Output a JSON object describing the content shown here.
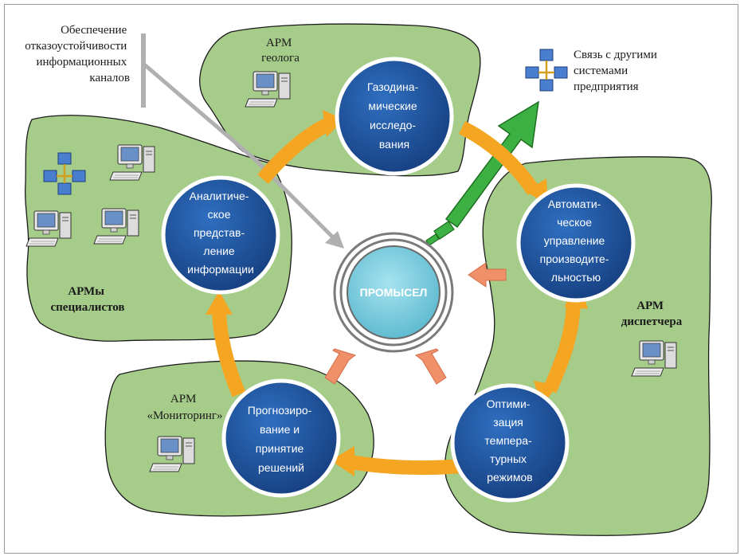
{
  "center": {
    "label": "ПРОМЫСЕЛ"
  },
  "nodes": {
    "gas": {
      "lines": [
        "Газодина-",
        "мические",
        "исследо-",
        "вания"
      ]
    },
    "auto": {
      "lines": [
        "Автомати-",
        "ческое",
        "управление",
        "производите-",
        "льностью"
      ]
    },
    "opt": {
      "lines": [
        "Оптими-",
        "зация",
        "темпера-",
        "турных",
        "режимов"
      ]
    },
    "prog": {
      "lines": [
        "Прогнозиро-",
        "вание и",
        "принятие",
        "решений"
      ]
    },
    "anal": {
      "lines": [
        "Аналитиче-",
        "ское",
        "представ-",
        "ление",
        "информации"
      ]
    }
  },
  "labels": {
    "geolog": [
      "АРМ",
      "геолога"
    ],
    "specialists": [
      "АРМы",
      "специалистов"
    ],
    "dispatcher": [
      "АРМ",
      "диспетчера"
    ],
    "monitoring": [
      "АРМ",
      "«Мониторинг»"
    ],
    "reliability": [
      "Обеспечение",
      "отказоустойчивости",
      "информационных",
      "каналов"
    ],
    "enterprise": [
      "Связь с другими",
      "системами",
      "предприятия"
    ]
  },
  "colors": {
    "node_fill": "#1f5aa6",
    "node_ring": "#ffffff",
    "center_fill": "#7fd0e0",
    "region_fill": "#a6cc8a",
    "region_stroke": "#1a1a1a",
    "cycle_arrow": "#f4a623",
    "inward_arrow": "#f0906a",
    "green_arrow": "#3cb043",
    "gray_arrow": "#b0b0b0"
  }
}
